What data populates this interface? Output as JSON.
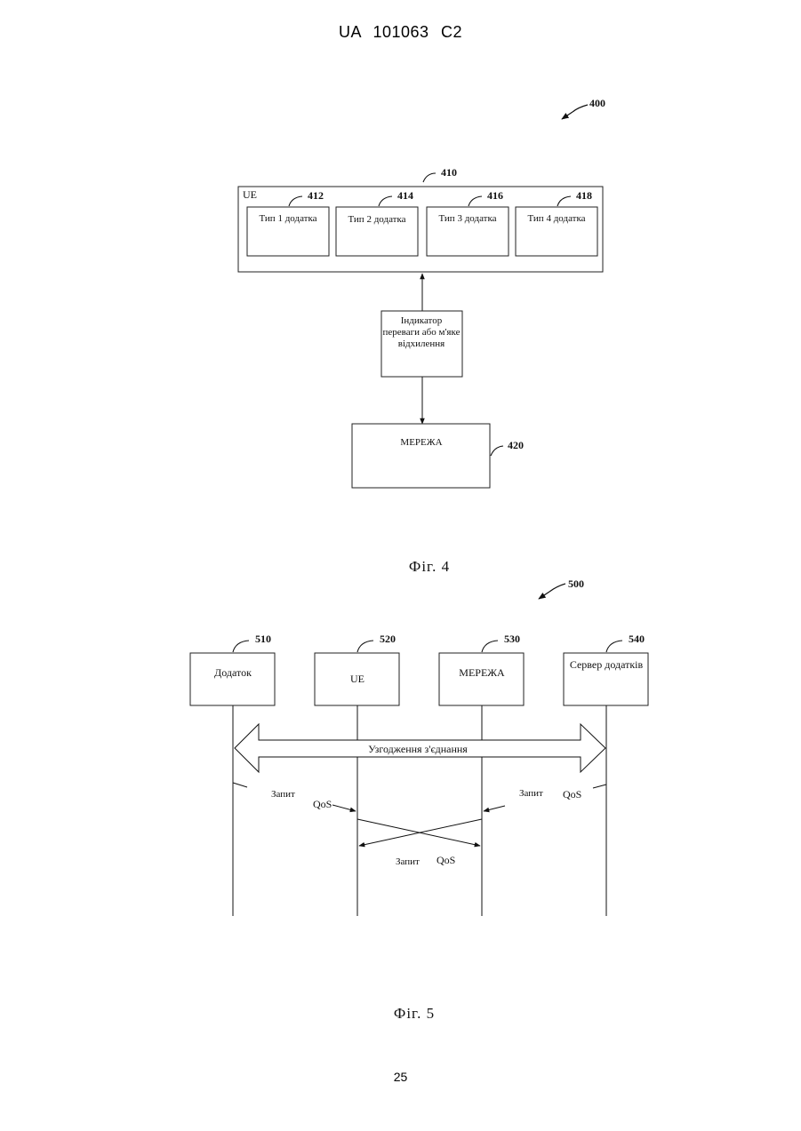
{
  "header": {
    "patent_number": "UA   101063   C2"
  },
  "fig4": {
    "ref_figure": "400",
    "ue_box": {
      "ref": "410",
      "label": "UE"
    },
    "app_types": [
      {
        "ref": "412",
        "label": "Тип 1 додатка"
      },
      {
        "ref": "414",
        "label": "Тип 2 додатка"
      },
      {
        "ref": "416",
        "label": "Тип 3 додатка"
      },
      {
        "ref": "418",
        "label": "Тип 4 додатка"
      }
    ],
    "indicator_lines": [
      "Індикатор",
      "переваги або м'яке",
      "відхилення"
    ],
    "network": {
      "ref": "420",
      "label": "МЕРЕЖА"
    },
    "caption": "Фіг. 4"
  },
  "fig5": {
    "ref_figure": "500",
    "entities": [
      {
        "ref": "510",
        "label": "Додаток"
      },
      {
        "ref": "520",
        "label": "UE"
      },
      {
        "ref": "530",
        "label": "МЕРЕЖА"
      },
      {
        "ref": "540",
        "label": "Сервер додатків"
      }
    ],
    "negotiation_label": "Узгодження з'єднання",
    "request_word": "Запит",
    "qos": "QoS",
    "caption": "Фіг. 5"
  },
  "page_number": "25"
}
